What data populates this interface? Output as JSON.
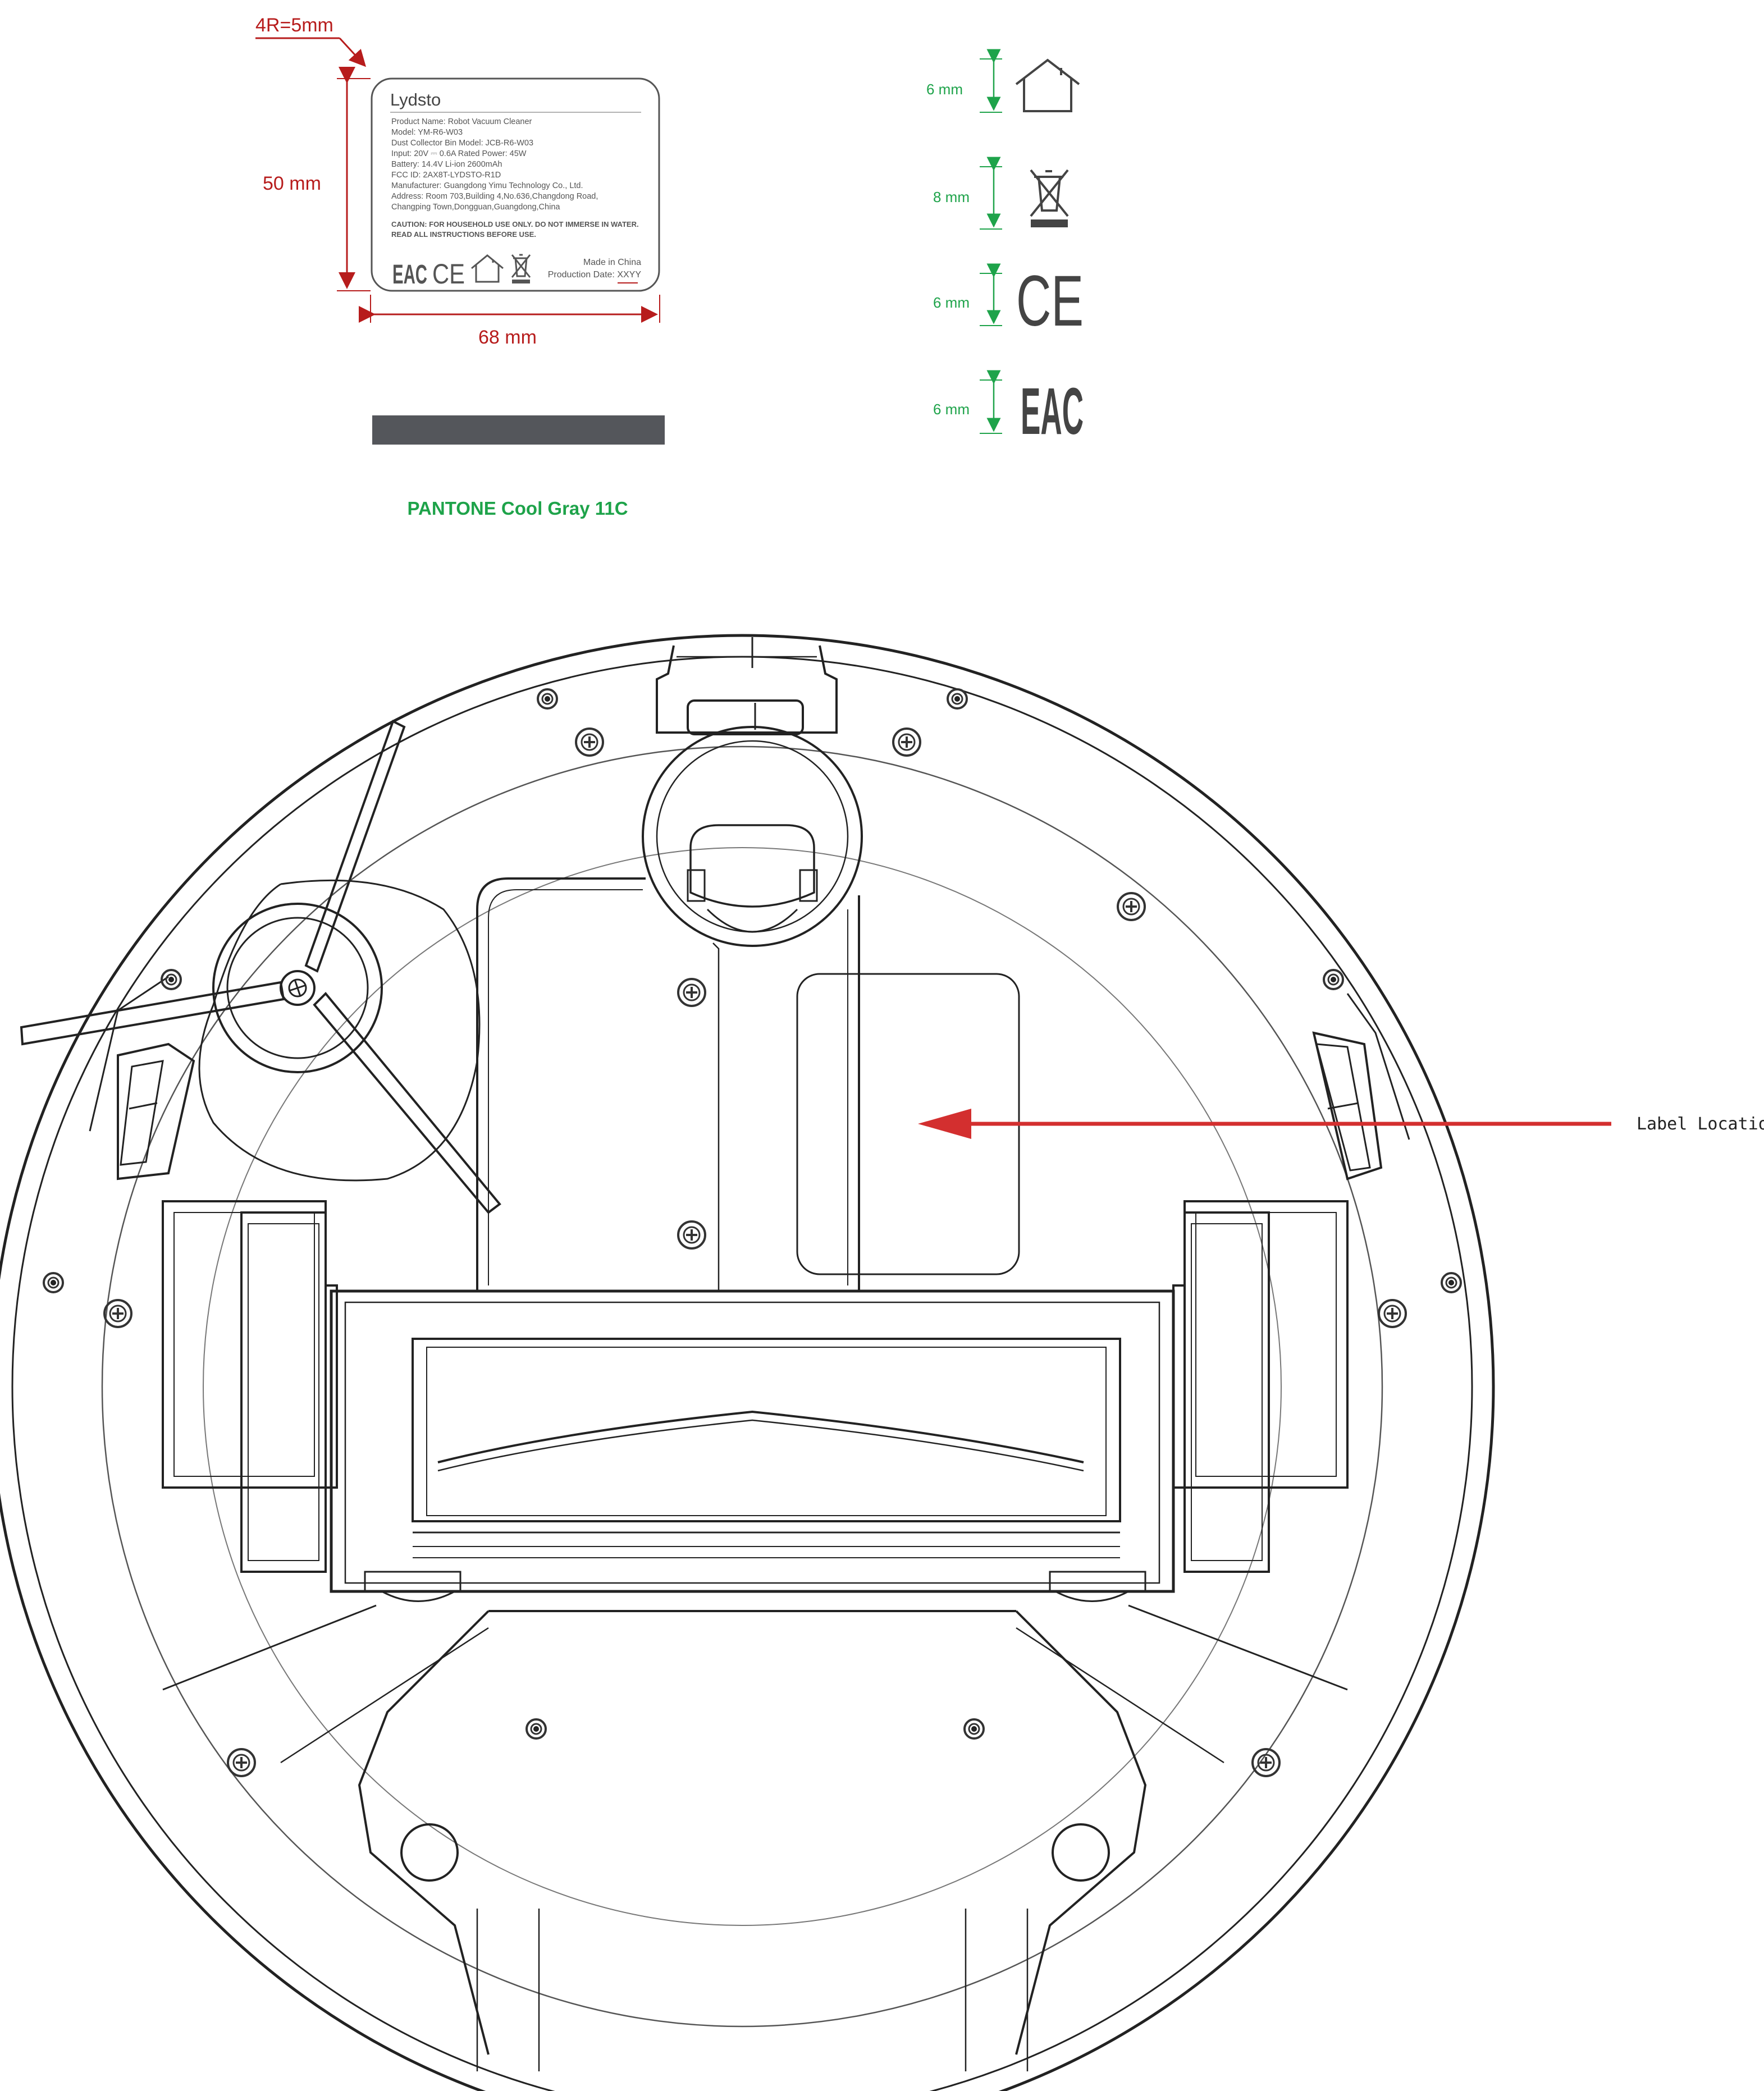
{
  "label_spec": {
    "corner_radius": "4R=5mm",
    "height": "50 mm",
    "width": "68 mm",
    "color_name": "PANTONE Cool Gray 11C",
    "colors": {
      "dimension_red": "#b71c1c",
      "spec_green": "#1ea34a",
      "cool_gray": "#54565b",
      "arrow_red": "#d32f2f"
    }
  },
  "label": {
    "brand": "Lydsto",
    "lines": [
      "Product Name: Robot Vacuum Cleaner",
      "Model: YM-R6-W03",
      "Dust Collector Bin Model: JCB-R6-W03",
      "Input: 20V ⎓ 0.6A      Rated Power: 45W",
      "Battery: 14.4V Li-ion 2600mAh",
      "FCC ID: 2AX8T-LYDSTO-R1D",
      "Manufacturer: Guangdong Yimu Technology Co., Ltd.",
      "Address: Room 703,Building 4,No.636,Changdong Road,",
      "Changping Town,Dongguan,Guangdong,China"
    ],
    "caution_lines": [
      "CAUTION: FOR HOUSEHOLD USE ONLY. DO NOT IMMERSE IN WATER.",
      "READ ALL INSTRUCTIONS BEFORE USE."
    ],
    "made_in": "Made in China",
    "production_date": "Production Date: XXYY",
    "marks": [
      "EAC",
      "CE"
    ]
  },
  "symbols": [
    {
      "size": "6 mm",
      "icon": "house-icon"
    },
    {
      "size": "8 mm",
      "icon": "weee-bin-icon"
    },
    {
      "size": "6 mm",
      "icon": "ce-mark-icon",
      "text": "CE"
    },
    {
      "size": "6 mm",
      "icon": "eac-mark-icon",
      "text": "EAC"
    }
  ],
  "callout": {
    "text": "Label Location"
  }
}
